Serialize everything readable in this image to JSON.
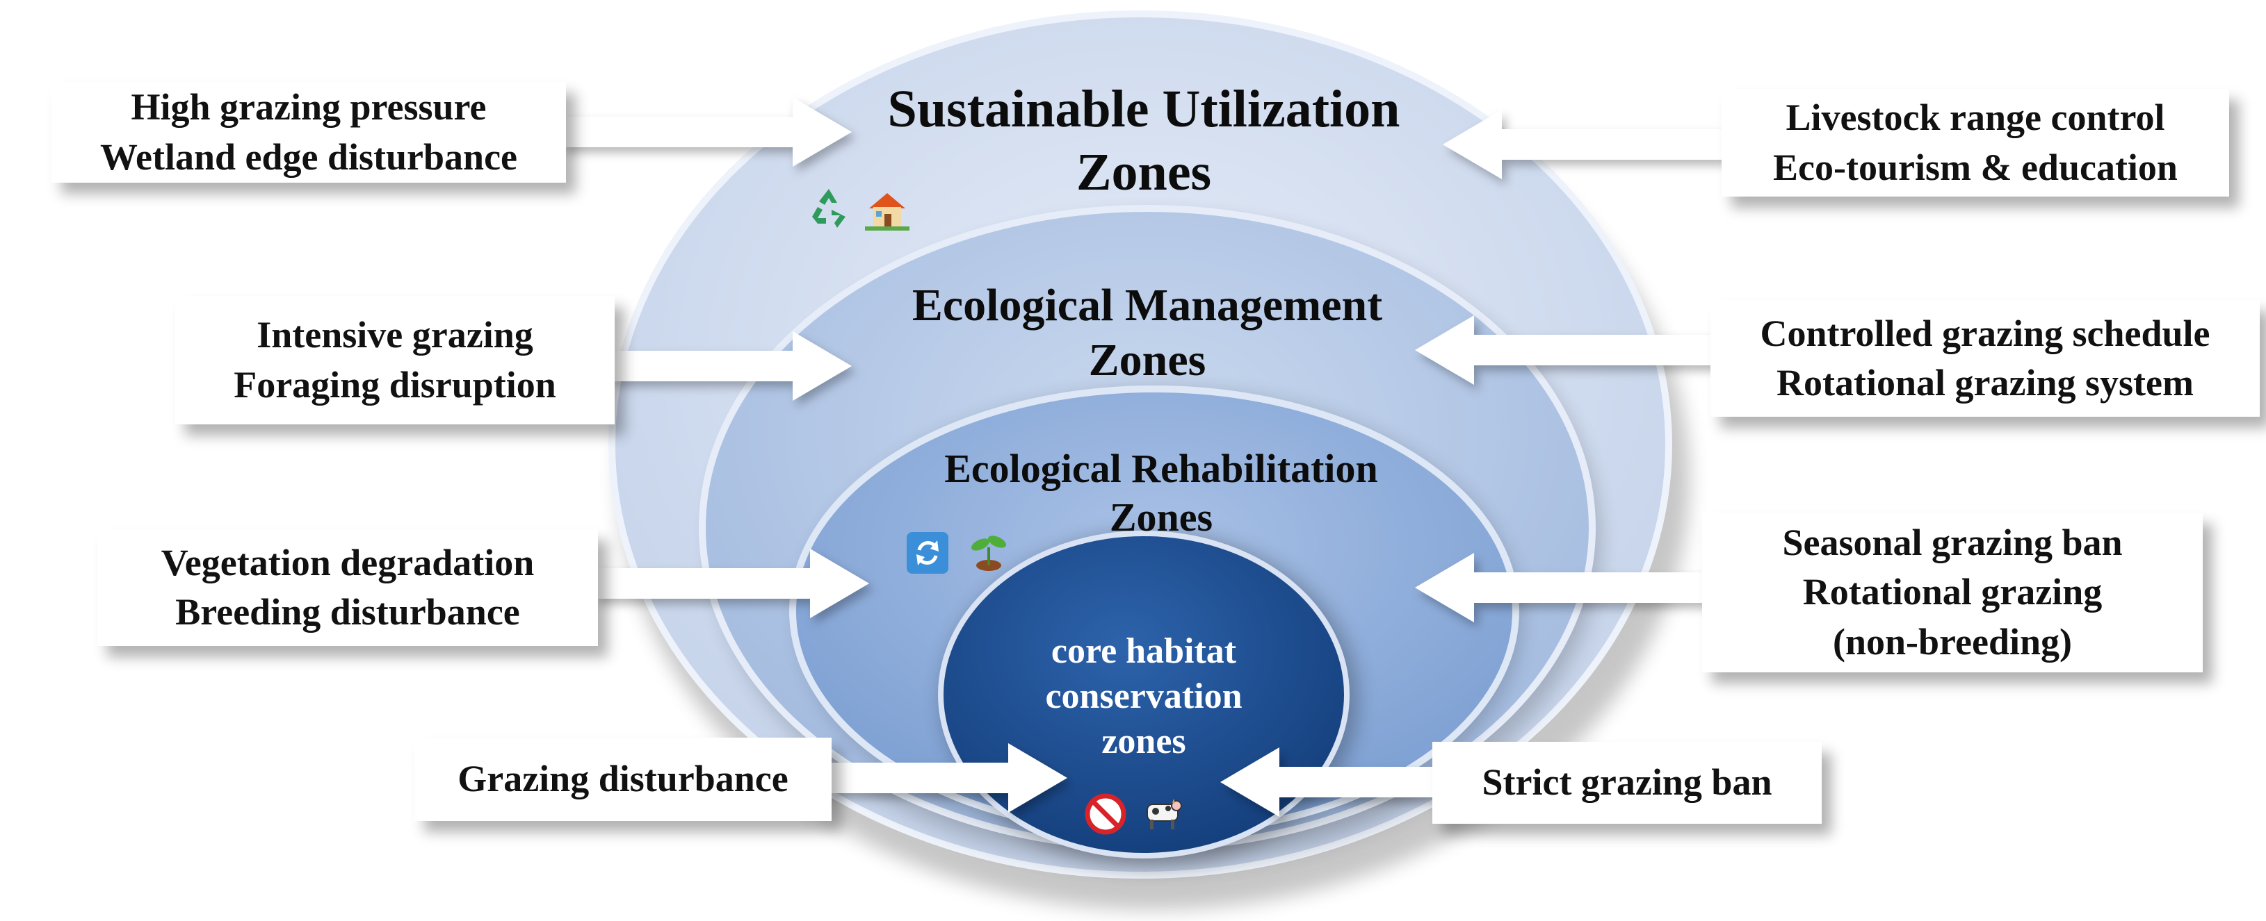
{
  "zones": {
    "sustainable": {
      "line1": "Sustainable Utilization",
      "line2": "Zones",
      "color": "#d7e0f1"
    },
    "management": {
      "line1": "Ecological Management",
      "line2": "Zones",
      "color": "#b8cbe7"
    },
    "rehabilitation": {
      "line1": "Ecological Rehabilitation",
      "line2": "Zones",
      "color": "#94b3de"
    },
    "core": {
      "line1": "core habitat",
      "line2": "conservation",
      "line3": "zones",
      "color": "#1d4e92"
    }
  },
  "pressures": [
    {
      "line1": "High grazing pressure",
      "line2": "Wetland edge disturbance"
    },
    {
      "line1": "Intensive grazing",
      "line2": "Foraging disruption"
    },
    {
      "line1": "Vegetation degradation",
      "line2": "Breeding disturbance"
    },
    {
      "line1": "Grazing disturbance"
    }
  ],
  "measures": [
    {
      "line1": "Livestock range control",
      "line2": "Eco-tourism & education"
    },
    {
      "line1": "Controlled grazing schedule",
      "line2": "Rotational grazing system"
    },
    {
      "line1": "Seasonal grazing ban",
      "line2": "Rotational grazing",
      "line3": "(non-breeding)"
    },
    {
      "line1": "Strict grazing ban"
    }
  ],
  "icons": {
    "sustainable": [
      "recycle-icon",
      "house-icon"
    ],
    "rehabilitation": [
      "refresh-icon",
      "seedling-icon"
    ],
    "core": [
      "no-entry-icon",
      "cow-icon"
    ]
  },
  "colors": {
    "arrow": "#ffffff",
    "border": "#eef3fb"
  }
}
